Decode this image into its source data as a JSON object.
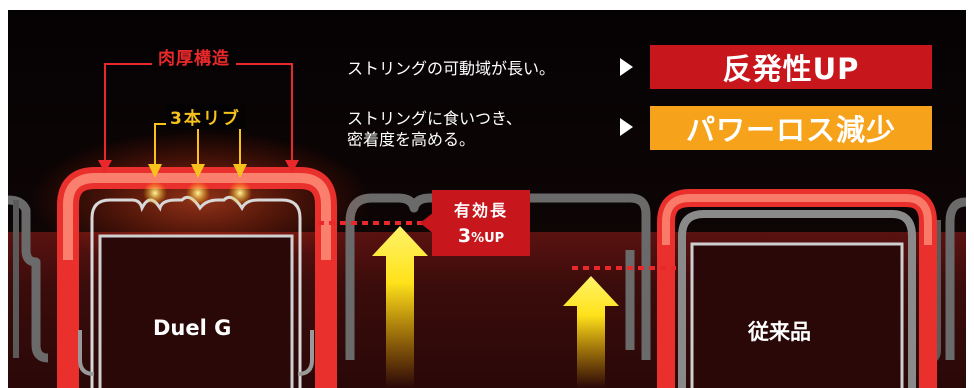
{
  "labels": {
    "thick_structure": "肉厚構造",
    "three_ribs": "3本リブ"
  },
  "descriptions": {
    "line1": "ストリングの可動域が長い。",
    "line2a": "ストリングに食いつき、",
    "line2b": "密着度を高める。"
  },
  "badges": {
    "rebound": "反発性UP",
    "power_loss": "パワーロス減少"
  },
  "effective_length": {
    "title": "有効長",
    "value": "3",
    "unit": "%UP"
  },
  "products": {
    "duel": "Duel G",
    "conventional": "従来品"
  },
  "colors": {
    "red": "#e8282a",
    "yellow": "#f7c21c",
    "badge_red": "#c8161d",
    "badge_orange": "#f6a21a",
    "background": "#0a0404"
  }
}
